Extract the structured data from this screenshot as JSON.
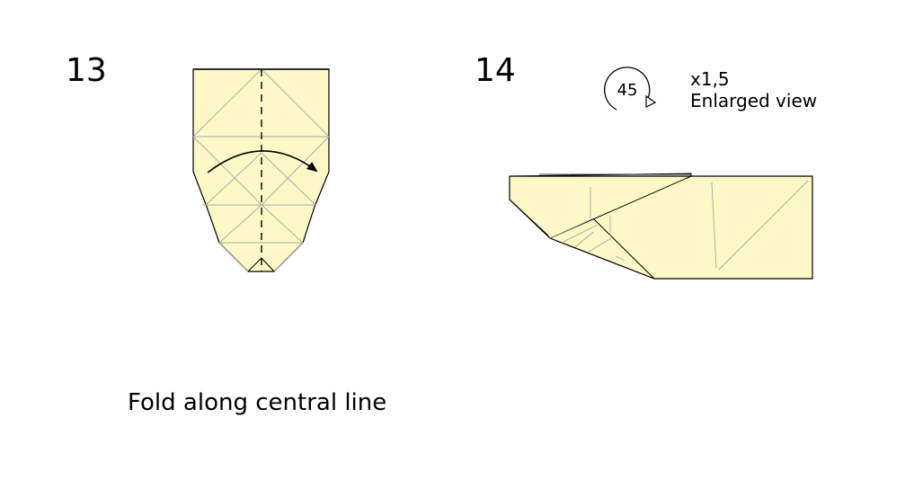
{
  "step13": {
    "number": "13",
    "instruction": "Fold along central line"
  },
  "step14": {
    "number": "14",
    "rotation": "45",
    "zoom_factor": "x1,5",
    "zoom_caption": "Enlarged view"
  },
  "colors": {
    "paper": "#fdf8c6",
    "crease": "#999999",
    "outline": "#000000"
  },
  "icons": {
    "fold_arrow": "curved-fold-arrow-icon",
    "rotation": "rotate-45-icon"
  }
}
